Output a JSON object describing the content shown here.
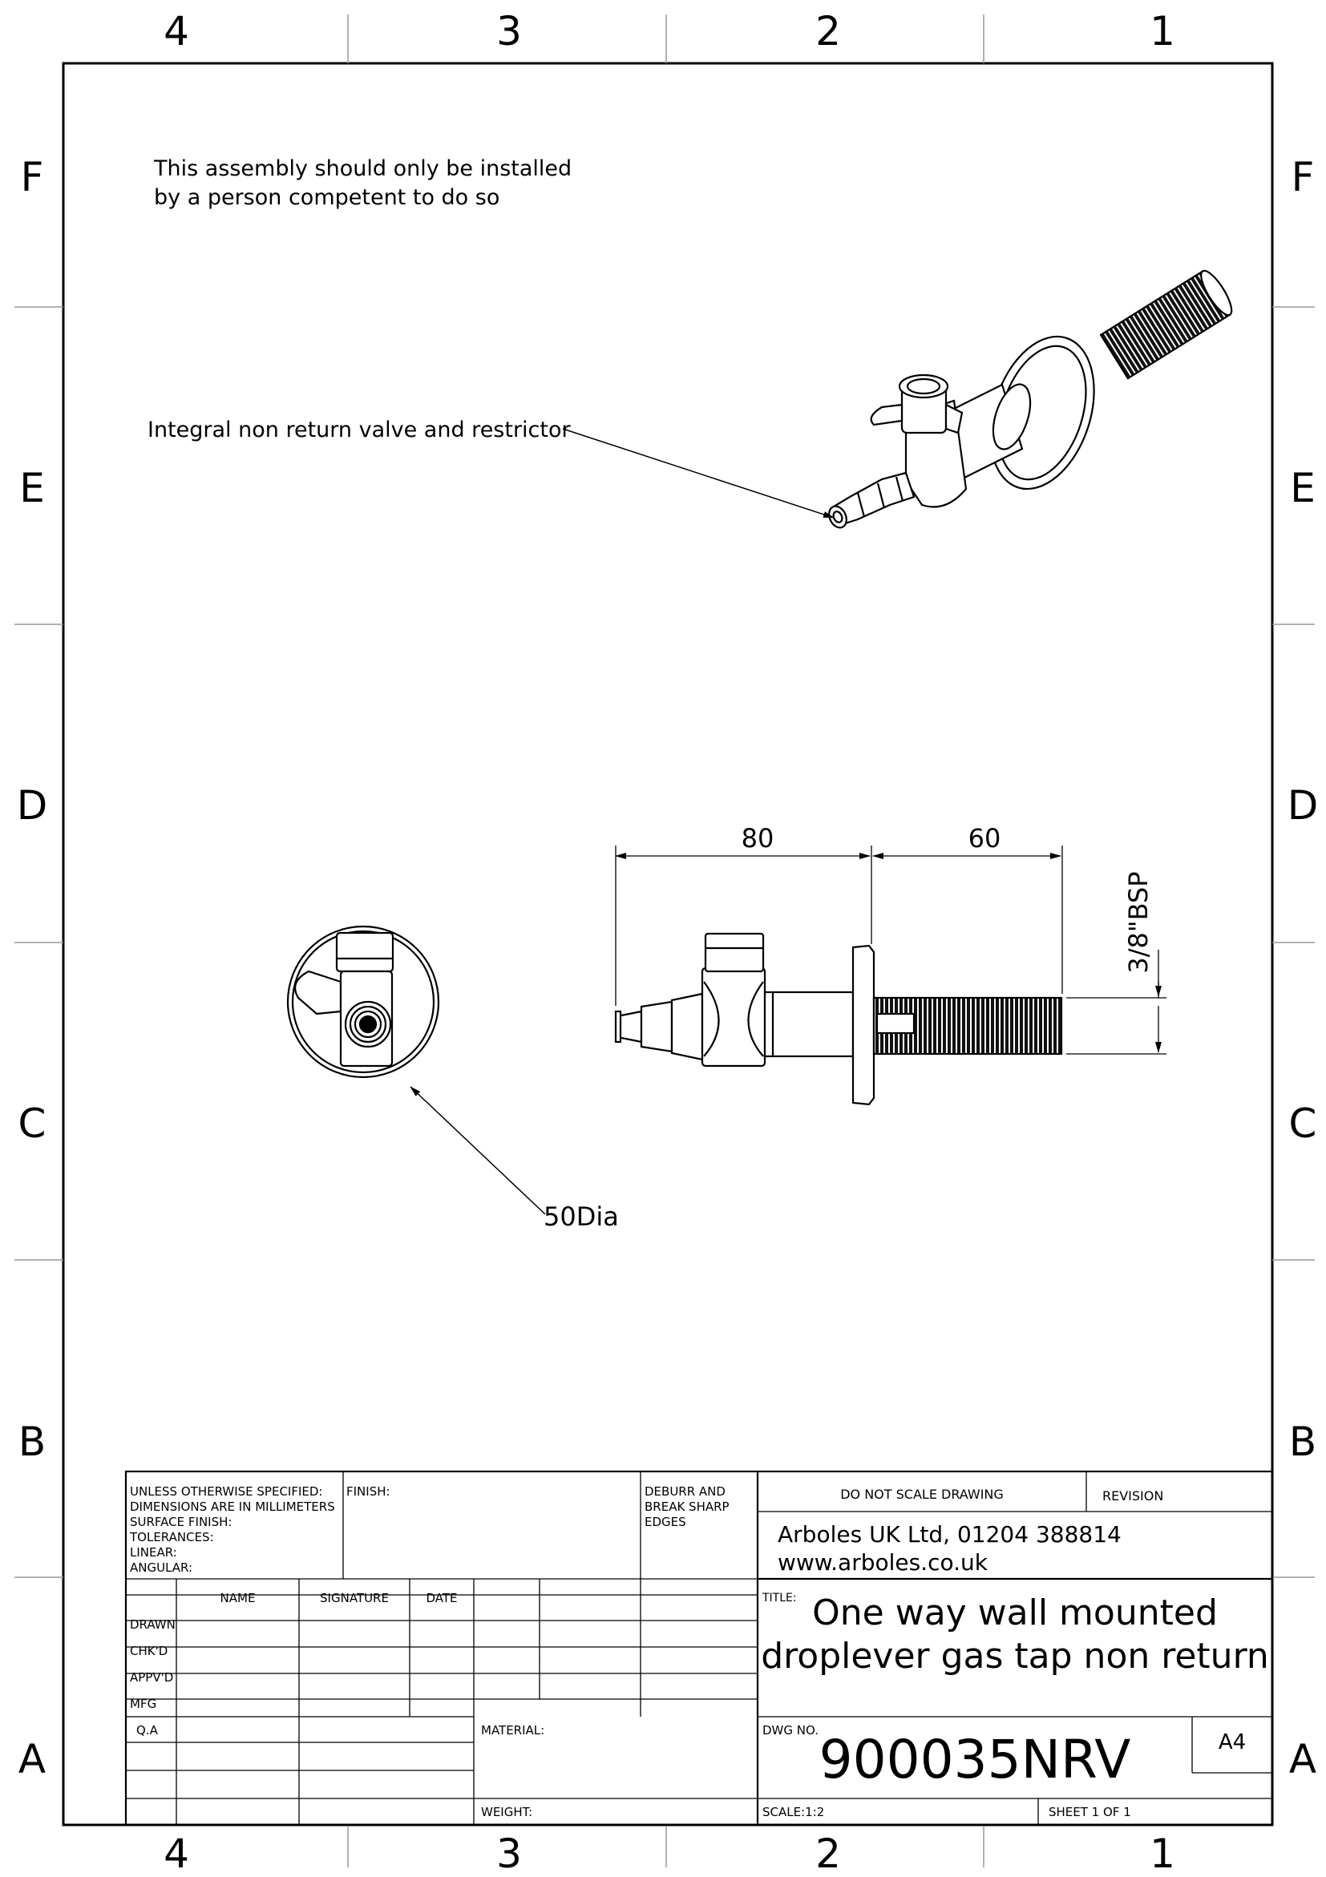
{
  "zones": {
    "columns": [
      "4",
      "3",
      "2",
      "1"
    ],
    "rows": [
      "F",
      "E",
      "D",
      "C",
      "B",
      "A"
    ]
  },
  "notes": {
    "install_line1": "This assembly should only be installed",
    "install_line2": "by a person competent to do so",
    "callout_valve": "Integral non return valve and restrictor",
    "callout_diameter": "50Dia"
  },
  "dimensions": {
    "length_body": "80",
    "length_thread": "60",
    "thread_spec": "3/8\"BSP"
  },
  "title_block": {
    "general_notes": "UNLESS OTHERWISE SPECIFIED:\nDIMENSIONS ARE IN MILLIMETERS\nSURFACE FINISH:\nTOLERANCES:\n   LINEAR:\n   ANGULAR:",
    "finish_label": "FINISH:",
    "deburr_note": "DEBURR AND\nBREAK SHARP\nEDGES",
    "do_not_scale": "DO NOT SCALE DRAWING",
    "revision_label": "REVISION",
    "company_line1": "Arboles UK Ltd, 01204 388814",
    "company_line2": "www.arboles.co.uk",
    "columns": {
      "name": "NAME",
      "signature": "SIGNATURE",
      "date": "DATE"
    },
    "rows": {
      "drawn": "DRAWN",
      "checked": "CHK'D",
      "approved": "APPV'D",
      "mfg": "MFG",
      "qa": "Q.A"
    },
    "title_label": "TITLE:",
    "title_line1": "One way wall mounted",
    "title_line2": "droplever gas tap non return",
    "material_label": "MATERIAL:",
    "weight_label": "WEIGHT:",
    "dwg_no_label": "DWG NO.",
    "dwg_no": "900035NRV",
    "sheet_size": "A4",
    "scale": "SCALE:1:2",
    "sheet": "SHEET 1 OF 1"
  }
}
